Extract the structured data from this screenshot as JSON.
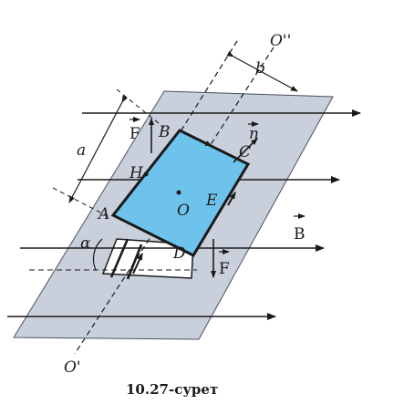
{
  "caption": "10.27-сурет",
  "labels": {
    "axis_top": "O''",
    "axis_bottom": "O'",
    "width": "b",
    "side": "a",
    "angle": "α",
    "vertex_A": "A",
    "vertex_B": "B",
    "vertex_C": "C",
    "vertex_D": "D",
    "point_H": "H",
    "point_E": "E",
    "center_O": "O",
    "force_top": "F",
    "force_bottom": "F",
    "normal": "n",
    "field": "B"
  },
  "colors": {
    "plate": "#c9d0dc",
    "loop_fill": "#6ec3ec",
    "ink": "#1a1a1a"
  }
}
